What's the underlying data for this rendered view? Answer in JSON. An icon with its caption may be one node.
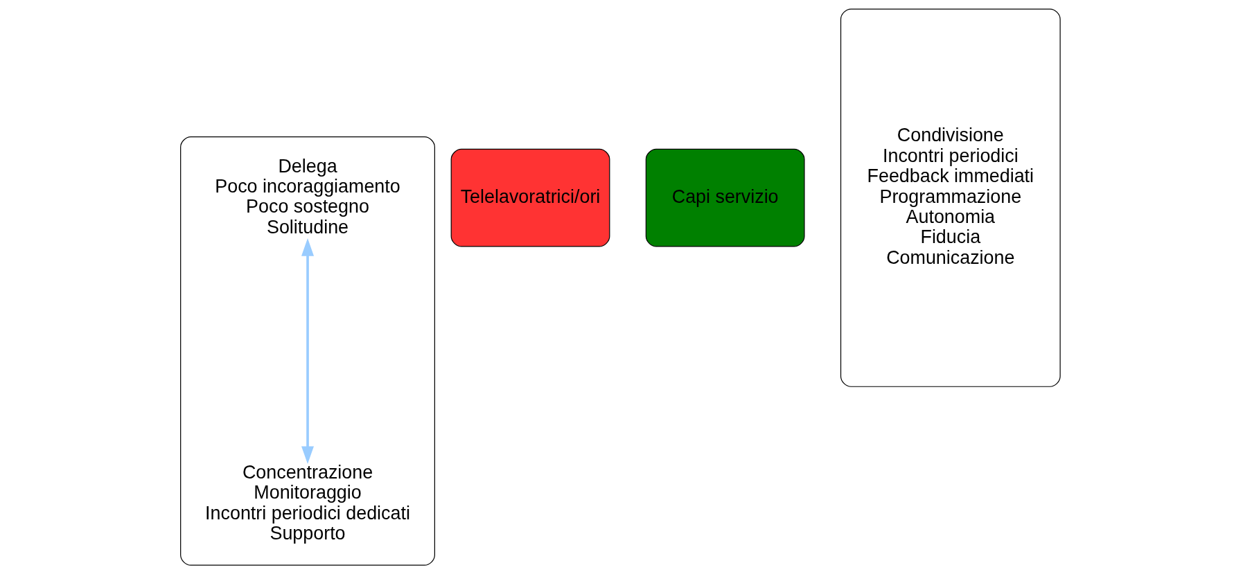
{
  "diagram": {
    "nodes": [
      {
        "text": [],
        "shape": "box"
      },
      {
        "text": [
          "Delega",
          "Poco incoraggiamento",
          "Poco sostegno",
          "Solitudine"
        ],
        "in": 0
      },
      {
        "text": [
          "Concentrazione",
          "Monitoraggio",
          "Incontri periodici dedicati",
          "Supporto"
        ],
        "in": 0
      },
      {
        "text": [
          "Telelavoratrici/ori"
        ]
      },
      {
        "text": [
          "Capi servizio"
        ]
      },
      {
        "text": [
          "Condivisione",
          "Incontri periodici",
          "Feedback immediati",
          "Programmazione",
          "Autonomia",
          "Fiducia",
          "Comunicazione"
        ]
      }
    ],
    "edges": [
      {
        "from": 1,
        "to": 2,
        "arrow": "both",
        "color": "#99ccff"
      }
    ]
  }
}
